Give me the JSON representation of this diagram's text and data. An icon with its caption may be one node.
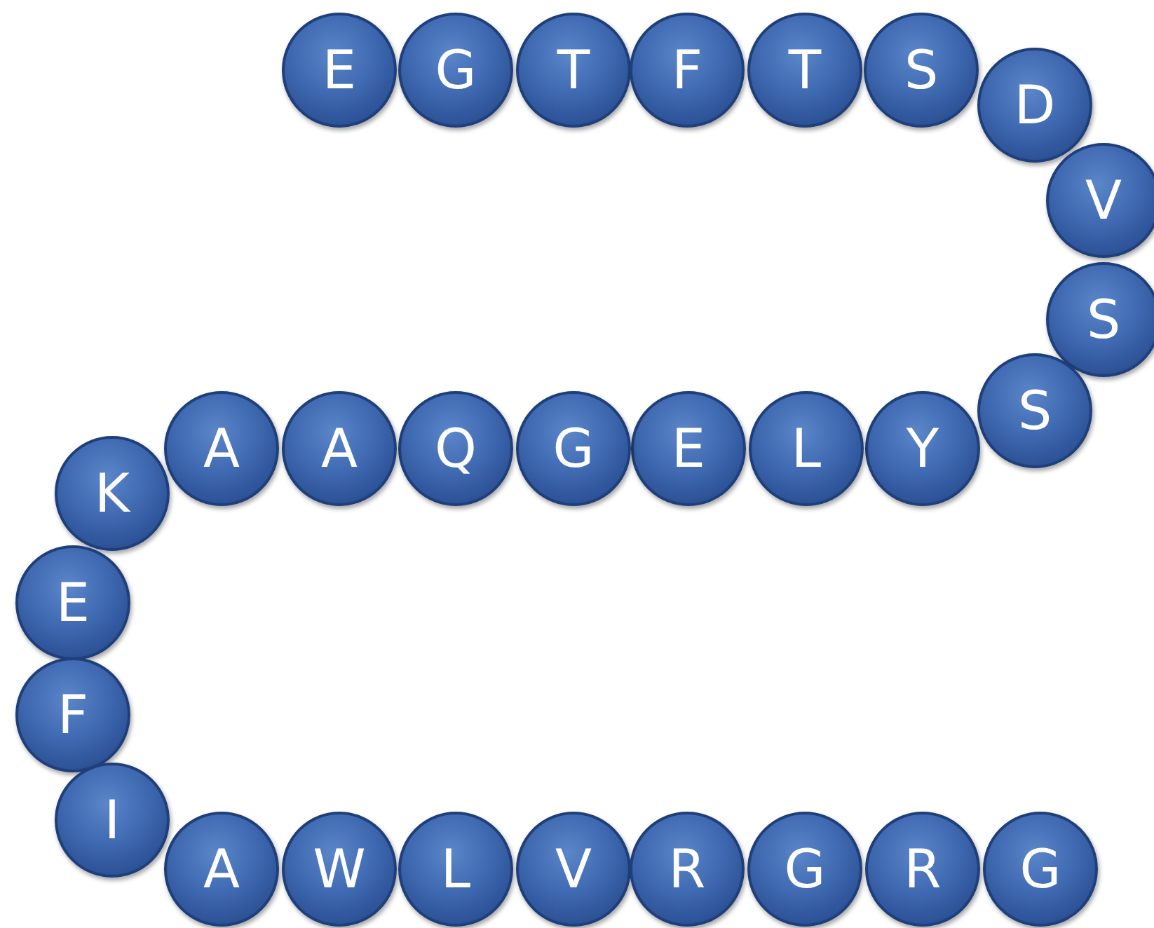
{
  "diagram": {
    "nodes": [
      {
        "text": [
          "E"
        ]
      },
      {
        "text": [
          "G"
        ]
      },
      {
        "text": [
          "T"
        ]
      },
      {
        "text": [
          "F"
        ]
      },
      {
        "text": [
          "T"
        ]
      },
      {
        "text": [
          "S"
        ]
      },
      {
        "text": [
          "D"
        ]
      },
      {
        "text": [
          "V"
        ]
      },
      {
        "text": [
          "S"
        ]
      },
      {
        "text": [
          "S"
        ]
      },
      {
        "text": [
          "Y"
        ]
      },
      {
        "text": [
          "L"
        ]
      },
      {
        "text": [
          "E"
        ]
      },
      {
        "text": [
          "G"
        ]
      },
      {
        "text": [
          "Q"
        ]
      },
      {
        "text": [
          "A"
        ]
      },
      {
        "text": [
          "A"
        ]
      },
      {
        "text": [
          "K"
        ]
      },
      {
        "text": [
          "E"
        ]
      },
      {
        "text": [
          "F"
        ]
      },
      {
        "text": [
          "I"
        ]
      },
      {
        "text": [
          "A"
        ]
      },
      {
        "text": [
          "W"
        ]
      },
      {
        "text": [
          "L"
        ]
      },
      {
        "text": [
          "V"
        ]
      },
      {
        "text": [
          "R"
        ]
      },
      {
        "text": [
          "G"
        ]
      },
      {
        "text": [
          "R"
        ]
      },
      {
        "text": [
          "G"
        ]
      }
    ]
  }
}
